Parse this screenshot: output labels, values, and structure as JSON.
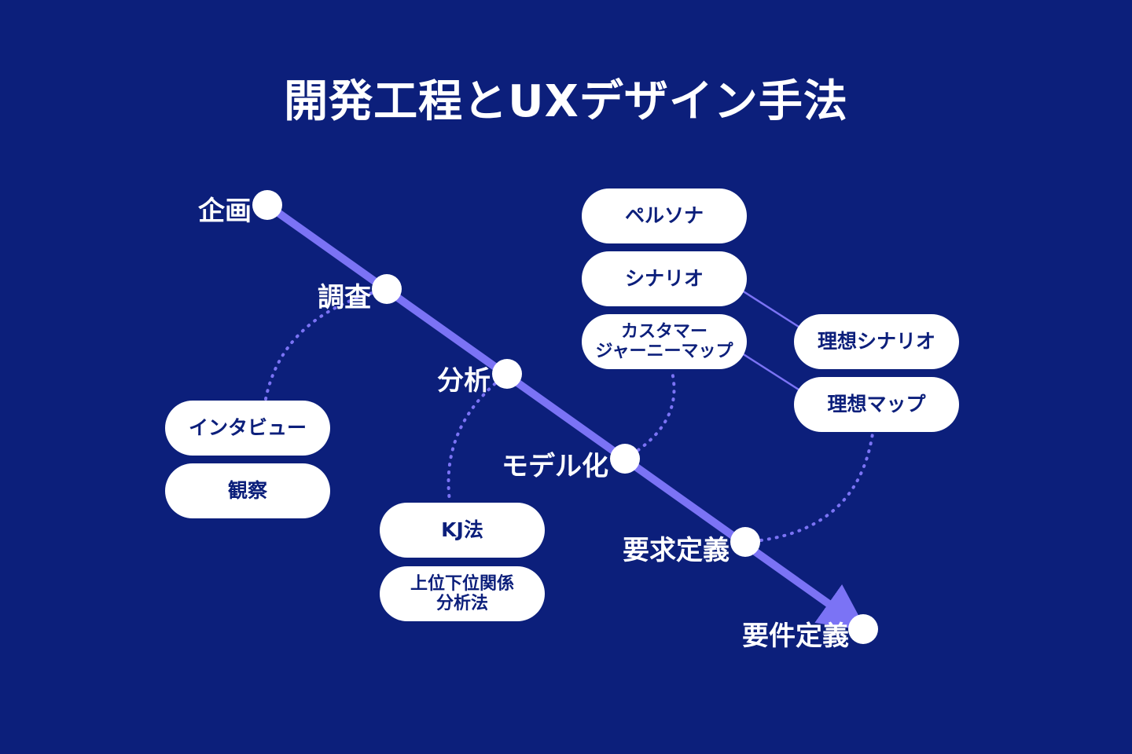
{
  "title": "開発工程とUXデザイン手法",
  "stages": {
    "kikaku": "企画",
    "chousa": "調査",
    "bunseki": "分析",
    "model": "モデル化",
    "youkyuu": "要求定義",
    "youken": "要件定義"
  },
  "methods": {
    "interview": "インタビュー",
    "kansatsu": "観察",
    "kj": "KJ法",
    "hierarchy": "上位下位関係\n分析法",
    "persona": "ペルソナ",
    "scenario": "シナリオ",
    "journey": "カスタマー\nジャーニーマップ",
    "ideal_scenario": "理想シナリオ",
    "ideal_map": "理想マップ"
  },
  "colors": {
    "background": "#0c1f7b",
    "flow_line": "#7b73f5",
    "dotted_link": "#7b73f5",
    "node": "#ffffff",
    "pill_text": "#0c1f7b"
  }
}
